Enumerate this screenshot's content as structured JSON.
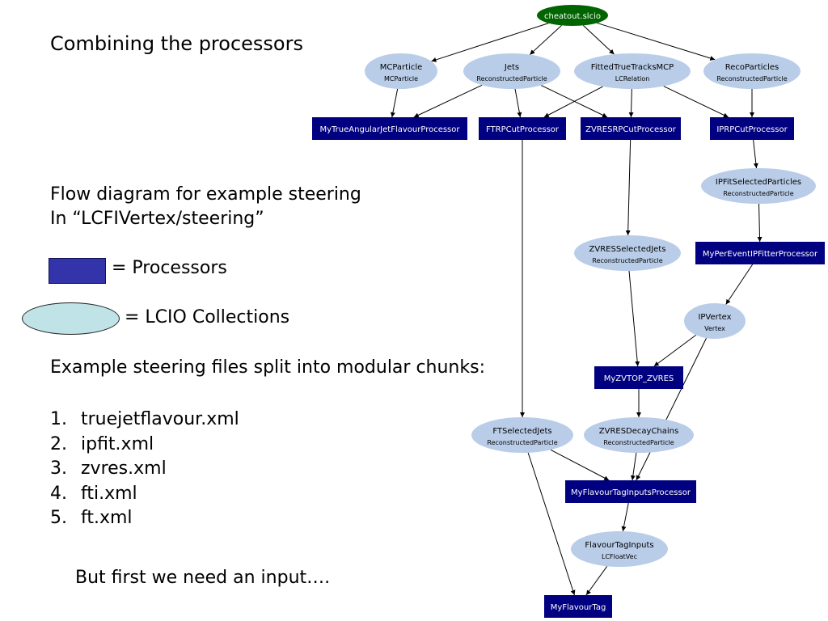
{
  "slide": {
    "title": "Combining the processors",
    "description_line1": "Flow diagram for example steering",
    "description_line2": "In “LCFIVertex/steering”",
    "legend_processors": "= Processors",
    "legend_collections": "= LCIO Collections",
    "chunks_heading": "Example steering files split into modular chunks:",
    "chunks": [
      {
        "num": "1.",
        "file": "truejetflavour.xml"
      },
      {
        "num": "2.",
        "file": "ipfit.xml"
      },
      {
        "num": "3.",
        "file": "zvres.xml"
      },
      {
        "num": "4.",
        "file": "fti.xml"
      },
      {
        "num": "5.",
        "file": "ft.xml"
      }
    ],
    "footer_note": "But first we need an input…."
  },
  "colors": {
    "processor": "#000080",
    "collection": "#b9cde9",
    "input_file": "#006400",
    "legend_processor": "#3333aa",
    "legend_collection": "#bfe3e6"
  },
  "diagram": {
    "nodes": [
      {
        "id": "cheatout",
        "kind": "input",
        "label": "cheatout.slcio"
      },
      {
        "id": "mcparticle",
        "kind": "collection",
        "label": "MCParticle",
        "sub": "MCParticle"
      },
      {
        "id": "jets",
        "kind": "collection",
        "label": "Jets",
        "sub": "ReconstructedParticle"
      },
      {
        "id": "fittedtrue",
        "kind": "collection",
        "label": "FittedTrueTracksMCP",
        "sub": "LCRelation"
      },
      {
        "id": "recoparticles",
        "kind": "collection",
        "label": "RecoParticles",
        "sub": "ReconstructedParticle"
      },
      {
        "id": "mytrueangular",
        "kind": "processor",
        "label": "MyTrueAngularJetFlavourProcessor"
      },
      {
        "id": "ftrpcut",
        "kind": "processor",
        "label": "FTRPCutProcessor"
      },
      {
        "id": "zvresrpcut",
        "kind": "processor",
        "label": "ZVRESRPCutProcessor"
      },
      {
        "id": "iprpcut",
        "kind": "processor",
        "label": "IPRPCutProcessor"
      },
      {
        "id": "ipfitselected",
        "kind": "collection",
        "label": "IPFitSelectedParticles",
        "sub": "ReconstructedParticle"
      },
      {
        "id": "zvresselectedjets",
        "kind": "collection",
        "label": "ZVRESSelectedJets",
        "sub": "ReconstructedParticle"
      },
      {
        "id": "myperevent",
        "kind": "processor",
        "label": "MyPerEventIPFitterProcessor"
      },
      {
        "id": "ipvertex",
        "kind": "collection",
        "label": "IPVertex",
        "sub": "Vertex"
      },
      {
        "id": "myzvtop",
        "kind": "processor",
        "label": "MyZVTOP_ZVRES"
      },
      {
        "id": "ftselectedjets",
        "kind": "collection",
        "label": "FTSelectedJets",
        "sub": "ReconstructedParticle"
      },
      {
        "id": "zvresdecay",
        "kind": "collection",
        "label": "ZVRESDecayChains",
        "sub": "ReconstructedParticle"
      },
      {
        "id": "myflavourinputs",
        "kind": "processor",
        "label": "MyFlavourTagInputsProcessor"
      },
      {
        "id": "flavourtaginputs",
        "kind": "collection",
        "label": "FlavourTagInputs",
        "sub": "LCFloatVec"
      },
      {
        "id": "myflavourtag",
        "kind": "processor",
        "label": "MyFlavourTag"
      }
    ],
    "edges": [
      [
        "cheatout",
        "mcparticle"
      ],
      [
        "cheatout",
        "jets"
      ],
      [
        "cheatout",
        "fittedtrue"
      ],
      [
        "cheatout",
        "recoparticles"
      ],
      [
        "mcparticle",
        "mytrueangular"
      ],
      [
        "jets",
        "mytrueangular"
      ],
      [
        "jets",
        "ftrpcut"
      ],
      [
        "jets",
        "zvresrpcut"
      ],
      [
        "fittedtrue",
        "ftrpcut"
      ],
      [
        "fittedtrue",
        "zvresrpcut"
      ],
      [
        "fittedtrue",
        "iprpcut"
      ],
      [
        "recoparticles",
        "iprpcut"
      ],
      [
        "iprpcut",
        "ipfitselected"
      ],
      [
        "ipfitselected",
        "myperevent"
      ],
      [
        "myperevent",
        "ipvertex"
      ],
      [
        "zvresrpcut",
        "zvresselectedjets"
      ],
      [
        "zvresselectedjets",
        "myzvtop"
      ],
      [
        "ipvertex",
        "myzvtop"
      ],
      [
        "ipvertex",
        "myflavourinputs"
      ],
      [
        "myzvtop",
        "zvresdecay"
      ],
      [
        "ftrpcut",
        "ftselectedjets"
      ],
      [
        "ftselectedjets",
        "myflavourinputs"
      ],
      [
        "zvresdecay",
        "myflavourinputs"
      ],
      [
        "myflavourinputs",
        "flavourtaginputs"
      ],
      [
        "ftselectedjets",
        "myflavourtag"
      ],
      [
        "flavourtaginputs",
        "myflavourtag"
      ]
    ]
  }
}
